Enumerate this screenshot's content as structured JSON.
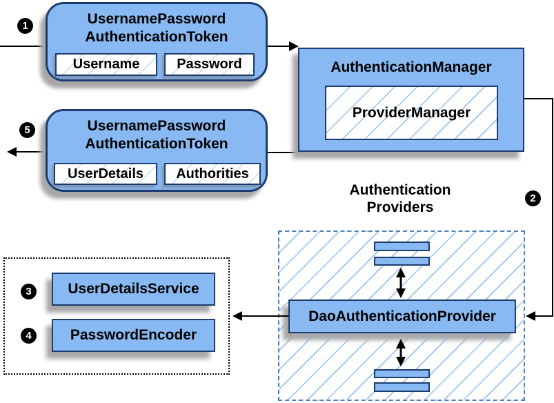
{
  "palette": {
    "node_fill": "#89b9f2",
    "node_border": "#1c3c6e",
    "hatch_line": "#a8ccf0",
    "dashed_border": "#4f81bd",
    "shadow": "#a8a8a8",
    "connector": "#000000",
    "badge_bg": "#000000",
    "badge_fg": "#ffffff"
  },
  "steps": {
    "s1": "1",
    "s2": "2",
    "s3": "3",
    "s4": "4",
    "s5": "5"
  },
  "nodes": {
    "request_token": {
      "title_line1": "UsernamePassword",
      "title_line2": "AuthenticationToken",
      "fields": [
        "Username",
        "Password"
      ]
    },
    "authentication_manager": {
      "title": "AuthenticationManager",
      "inner": "ProviderManager"
    },
    "response_token": {
      "title_line1": "UsernamePassword",
      "title_line2": "AuthenticationToken",
      "fields": [
        "UserDetails",
        "Authorities"
      ]
    },
    "providers_group": {
      "label_line1": "Authentication",
      "label_line2": "Providers",
      "provider": "DaoAuthenticationProvider"
    },
    "services_group": {
      "items": [
        {
          "step": "3",
          "label": "UserDetailsService"
        },
        {
          "step": "4",
          "label": "PasswordEncoder"
        }
      ]
    }
  }
}
